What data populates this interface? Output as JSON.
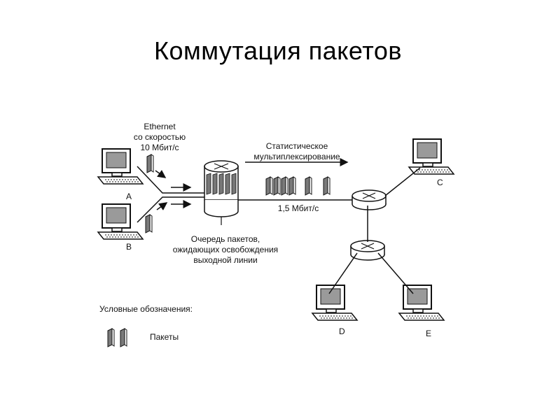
{
  "title": "Коммутация пакетов",
  "ethernet_label": [
    "Ethernet",
    "со скоростью",
    "10 Мбит/с"
  ],
  "multiplex_label": [
    "Статистическое",
    "мультиплексирование"
  ],
  "link_speed": "1,5 Мбит/с",
  "queue_label": [
    "Очередь пакетов,",
    "ожидающих освобождения",
    "выходной линии"
  ],
  "legend": {
    "title": "Условные обозначения:",
    "packets": "Пакеты"
  },
  "nodes": {
    "a": "A",
    "b": "B",
    "c": "C",
    "d": "D",
    "e": "E"
  }
}
